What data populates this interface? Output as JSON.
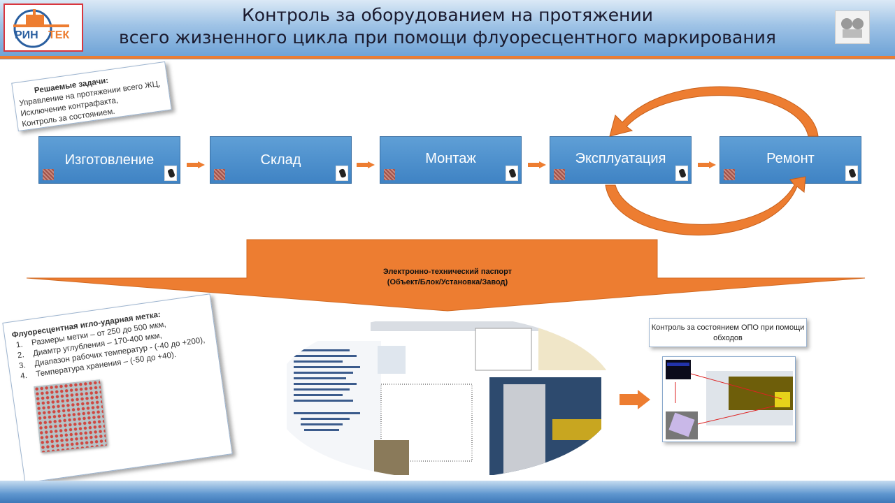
{
  "header": {
    "logo_text": "РИНТЕК",
    "title_line1": "Контроль за оборудованием на протяжении",
    "title_line2": "всего жизненного цикла при помощи флуоресцентного маркирования"
  },
  "tasks_note": {
    "heading": "Решаемые задачи:",
    "lines": [
      "Управление на протяжении всего ЖЦ,",
      "Исключение контрафакта,",
      "Контроль за состоянием."
    ]
  },
  "steps": [
    {
      "label": "Изготовление"
    },
    {
      "label": "Склад"
    },
    {
      "label": "Монтаж"
    },
    {
      "label": "Эксплуатация"
    },
    {
      "label": "Ремонт"
    }
  ],
  "passport": {
    "line1": "Электронно-технический паспорт",
    "line2": "(Объект/Блок/Установка/Завод)"
  },
  "marker_note": {
    "heading": "Флуоресцентная игло-ударная метка:",
    "items": [
      "Размеры метки – от 250 до 500  мкм,",
      "Диамтр углубления – 170-400 мкм,",
      "Диапазон рабочих температур  - (-40 до +200),",
      "Температура хранения – (-50 до +40)."
    ]
  },
  "inspection_callout": "Контроль за состоянием ОПО при помощи обходов",
  "colors": {
    "accent": "#ed7d31",
    "step_blue": "#4f8fcf",
    "header_blue": "#6fa3d6"
  }
}
